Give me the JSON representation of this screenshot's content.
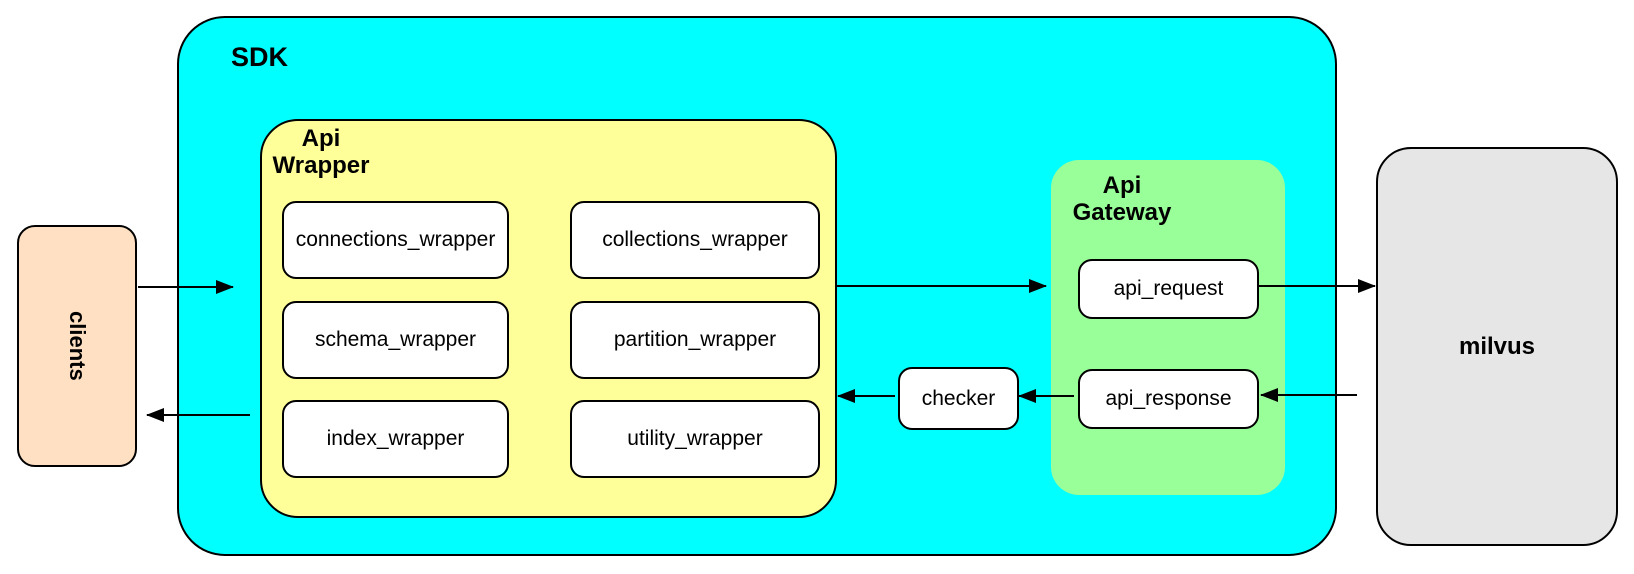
{
  "diagram": {
    "clients": {
      "label": "clients"
    },
    "sdk": {
      "label": "SDK",
      "api_wrapper": {
        "label": "Api\nWrapper",
        "boxes": [
          "connections_wrapper",
          "collections_wrapper",
          "schema_wrapper",
          "partition_wrapper",
          "index_wrapper",
          "utility_wrapper"
        ]
      },
      "checker": {
        "label": "checker"
      },
      "api_gateway": {
        "label": "Api\nGateway",
        "request_label": "api_request",
        "response_label": "api_response"
      }
    },
    "milvus": {
      "label": "milvus"
    },
    "colors": {
      "sdk_fill": "#00FFFF",
      "api_wrapper_fill": "#FFFF99",
      "api_gateway_fill": "#99FF99",
      "clients_fill": "#FFE0C2",
      "milvus_fill": "#E6E6E6",
      "node_fill": "#FFFFFF",
      "border": "#000000"
    },
    "arrows": [
      "clients to sdk",
      "api_wrapper to api_gateway",
      "api_request to milvus",
      "milvus to api_response",
      "api_response to checker",
      "checker to api_wrapper",
      "sdk to clients"
    ]
  }
}
